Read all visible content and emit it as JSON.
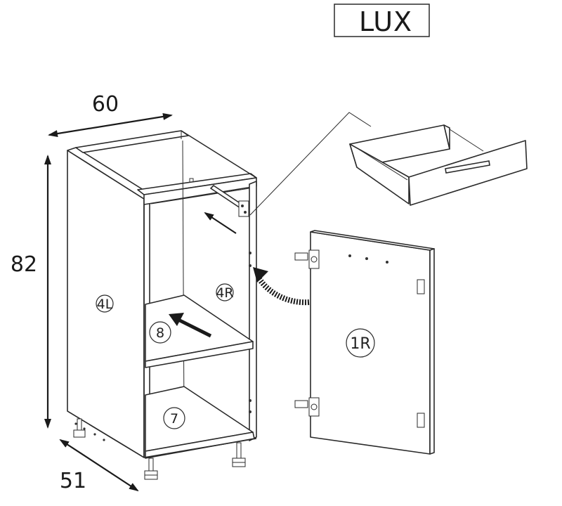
{
  "brand": {
    "label": "LUX"
  },
  "dimensions": {
    "width": "60",
    "height": "82",
    "depth": "51"
  },
  "parts": {
    "left_side": "4L",
    "right_side": "4R",
    "shelf": "8",
    "bottom": "7",
    "door": "1R"
  },
  "icons": [
    "drawer-detail-icon",
    "hinge-icon",
    "leg-icon",
    "curved-arrow-icon",
    "insert-arrow-icon",
    "door-handle-icon"
  ]
}
